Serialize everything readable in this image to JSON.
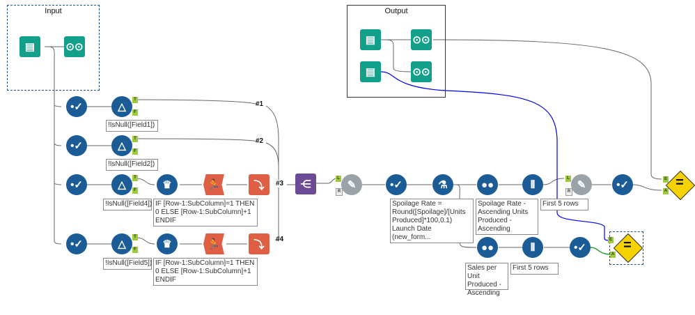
{
  "containers": {
    "input": {
      "title": "Input"
    },
    "output": {
      "title": "Output"
    }
  },
  "filters": [
    {
      "expression": "!IsNull([Field1])"
    },
    {
      "expression": "!IsNull([Field2])"
    },
    {
      "expression": "!IsNull([Field4])"
    },
    {
      "expression": "!IsNull([Field5])"
    }
  ],
  "multirow_formulas": [
    {
      "expression": "IF [Row-1:SubColumn]=1 THEN 0 ELSE [Row-1:SubColumn]+1 ENDIF"
    },
    {
      "expression": "IF [Row-1:SubColumn]=1 THEN 0 ELSE [Row-1:SubColumn]+1 ENDIF"
    }
  ],
  "wireless_tags": [
    "#1",
    "#2",
    "#3",
    "#4"
  ],
  "formula": {
    "expression": "Spoilage Rate = Round([Spoilage]/[Units Produced]*100,0.1) Launch Date (new_form..."
  },
  "sorts": [
    {
      "label": "Spoilage Rate - Ascending Units Produced - Ascending"
    },
    {
      "label": "Sales per Unit Produced - Ascending"
    }
  ],
  "samples": [
    {
      "label": "First 5 rows"
    },
    {
      "label": "First 5 rows"
    }
  ],
  "anchors": {
    "true": "T",
    "false": "F",
    "left": "L",
    "right": "R",
    "expected": "E",
    "actual": "A"
  },
  "colors": {
    "select": "#1b5c96",
    "input": "#12a08a",
    "prep": "#df5f45",
    "union": "#6b4b94",
    "join": "#9aa3a8",
    "test": "#f6d200",
    "selected_wire": "#0000ee",
    "green_wire": "#22a03a"
  }
}
